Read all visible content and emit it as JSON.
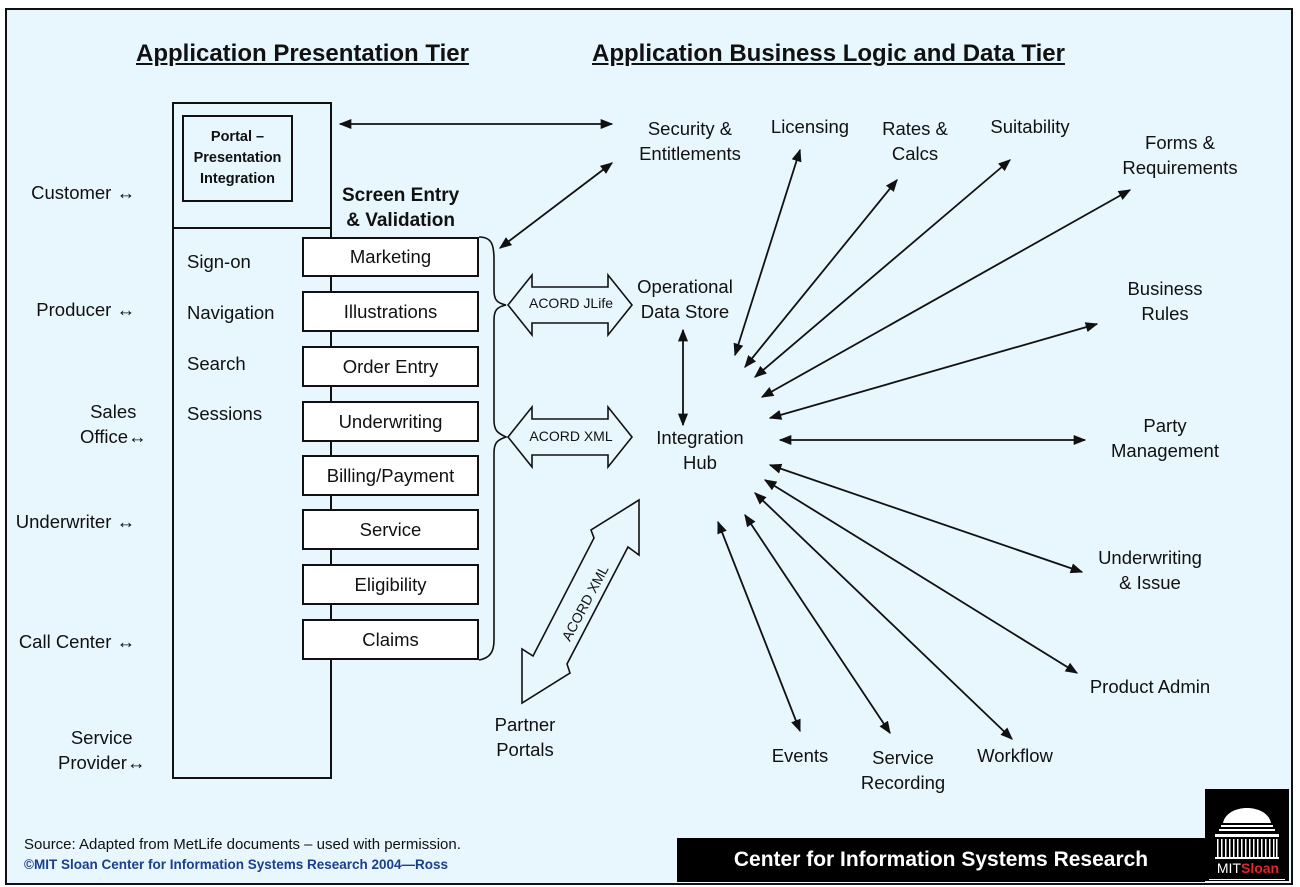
{
  "headers": {
    "presentation_tier": "Application Presentation Tier",
    "business_tier": "Application Business Logic and Data Tier"
  },
  "portal": {
    "label_lines": [
      "Portal –",
      "Presentation",
      "Integration"
    ]
  },
  "screen_entry_title": [
    "Screen Entry",
    "& Validation"
  ],
  "channels": [
    {
      "lines": [
        "Customer"
      ]
    },
    {
      "lines": [
        "Producer"
      ]
    },
    {
      "lines": [
        "Sales",
        "Office"
      ]
    },
    {
      "lines": [
        "Underwriter"
      ]
    },
    {
      "lines": [
        "Call Center"
      ]
    },
    {
      "lines": [
        "Service",
        "Provider"
      ]
    }
  ],
  "portal_functions": [
    "Sign-on",
    "Navigation",
    "Search",
    "Sessions"
  ],
  "screen_modules": [
    "Marketing",
    "Illustrations",
    "Order Entry",
    "Underwriting",
    "Billing/Payment",
    "Service",
    "Eligibility",
    "Claims"
  ],
  "connectors": {
    "jlife": "ACORD JLife",
    "xml": "ACORD XML",
    "partner_xml": "ACORD XML"
  },
  "core": {
    "ods": [
      "Operational",
      "Data Store"
    ],
    "hub": [
      "Integration",
      "Hub"
    ],
    "partner": [
      "Partner",
      "Portals"
    ]
  },
  "services": [
    {
      "lines": [
        "Security &",
        "Entitlements"
      ]
    },
    {
      "lines": [
        "Licensing"
      ]
    },
    {
      "lines": [
        "Rates &",
        "Calcs"
      ]
    },
    {
      "lines": [
        "Suitability"
      ]
    },
    {
      "lines": [
        "Forms &",
        "Requirements"
      ]
    },
    {
      "lines": [
        "Business",
        "Rules"
      ]
    },
    {
      "lines": [
        "Party",
        "Management"
      ]
    },
    {
      "lines": [
        "Underwriting",
        "& Issue"
      ]
    },
    {
      "lines": [
        "Product Admin"
      ]
    },
    {
      "lines": [
        "Workflow"
      ]
    },
    {
      "lines": [
        "Service",
        "Recording"
      ]
    },
    {
      "lines": [
        "Events"
      ]
    }
  ],
  "footer": {
    "source": "Source: Adapted from MetLife documents – used with permission.",
    "copyright": "©MIT Sloan Center for Information Systems Research  2004—Ross",
    "center_name": "Center for Information Systems Research",
    "logo_mit": "MIT",
    "logo_sloan": "Sloan"
  },
  "colors": {
    "background": "#e8f6fe",
    "copyright_blue": "#1a3f8f",
    "sloan_red": "#e3242b"
  }
}
